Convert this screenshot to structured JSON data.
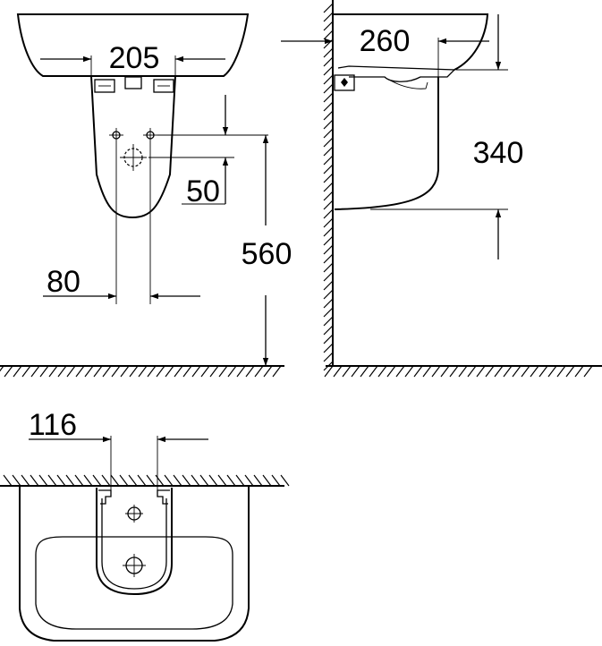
{
  "dimensions": {
    "front_width": "205",
    "side_depth": "260",
    "side_height": "340",
    "hole_offset": "50",
    "height_to_floor": "560",
    "hole_spacing": "80",
    "top_width": "116"
  }
}
